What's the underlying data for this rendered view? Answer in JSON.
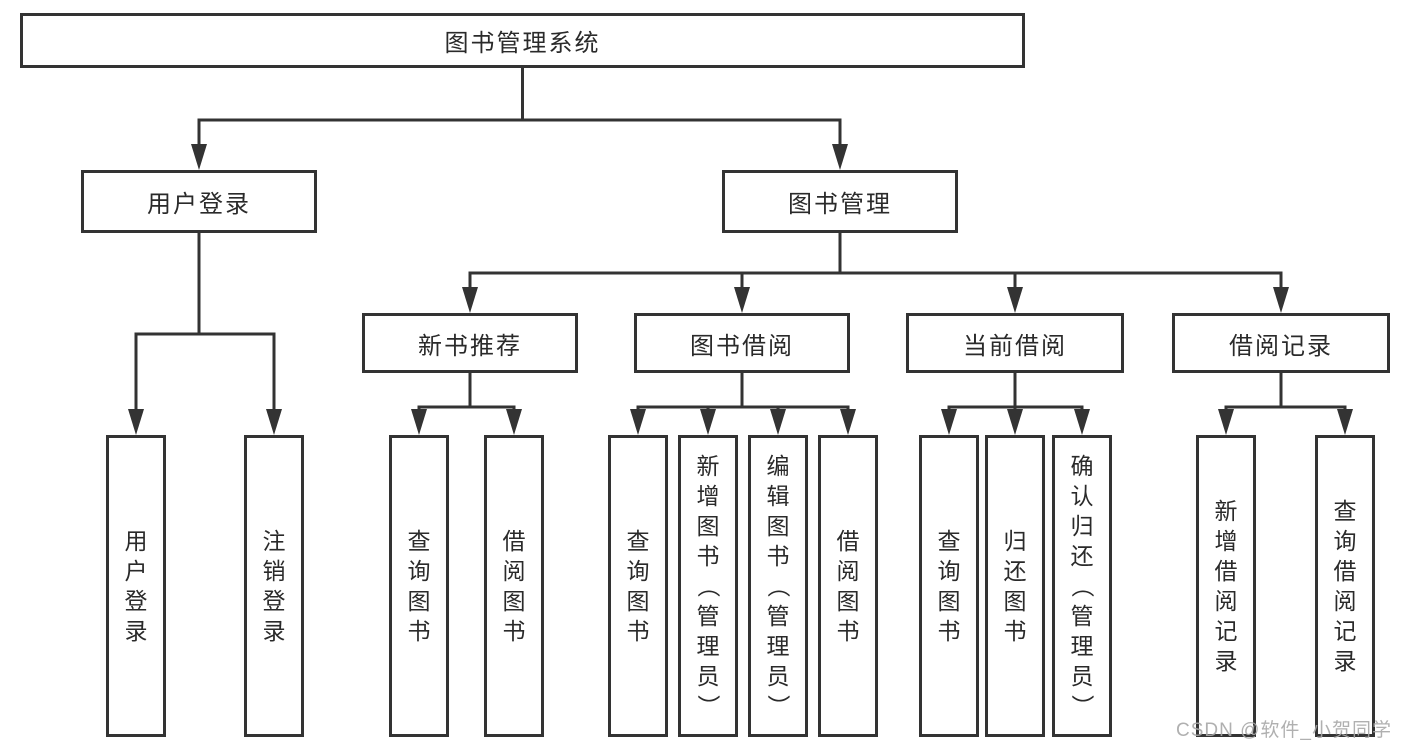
{
  "diagram": {
    "type": "hierarchy-tree",
    "title": "图书管理系统",
    "nodes": [
      {
        "id": "root",
        "label": "图书管理系统",
        "parent": null,
        "text_direction": "horizontal"
      },
      {
        "id": "user-login-group",
        "label": "用户登录",
        "parent": "root",
        "text_direction": "horizontal"
      },
      {
        "id": "book-management",
        "label": "图书管理",
        "parent": "root",
        "text_direction": "horizontal"
      },
      {
        "id": "new-book-recommend",
        "label": "新书推荐",
        "parent": "book-management",
        "text_direction": "horizontal"
      },
      {
        "id": "book-borrow",
        "label": "图书借阅",
        "parent": "book-management",
        "text_direction": "horizontal"
      },
      {
        "id": "current-borrow",
        "label": "当前借阅",
        "parent": "book-management",
        "text_direction": "horizontal"
      },
      {
        "id": "borrow-records",
        "label": "借阅记录",
        "parent": "book-management",
        "text_direction": "horizontal"
      },
      {
        "id": "leaf-user-login",
        "label": "用户登录",
        "parent": "user-login-group",
        "text_direction": "vertical"
      },
      {
        "id": "leaf-logout",
        "label": "注销登录",
        "parent": "user-login-group",
        "text_direction": "vertical"
      },
      {
        "id": "leaf-query-books-recommend",
        "label": "查询图书",
        "parent": "new-book-recommend",
        "text_direction": "vertical"
      },
      {
        "id": "leaf-borrow-books-recommend",
        "label": "借阅图书",
        "parent": "new-book-recommend",
        "text_direction": "vertical"
      },
      {
        "id": "leaf-query-books-borrow",
        "label": "查询图书",
        "parent": "book-borrow",
        "text_direction": "vertical"
      },
      {
        "id": "leaf-add-books-admin",
        "label": "新增图书（管理员）",
        "parent": "book-borrow",
        "text_direction": "vertical"
      },
      {
        "id": "leaf-edit-books-admin",
        "label": "编辑图书（管理员）",
        "parent": "book-borrow",
        "text_direction": "vertical"
      },
      {
        "id": "leaf-borrow-books",
        "label": "借阅图书",
        "parent": "book-borrow",
        "text_direction": "vertical"
      },
      {
        "id": "leaf-query-books-current",
        "label": "查询图书",
        "parent": "current-borrow",
        "text_direction": "vertical"
      },
      {
        "id": "leaf-return-books",
        "label": "归还图书",
        "parent": "current-borrow",
        "text_direction": "vertical"
      },
      {
        "id": "leaf-confirm-return-admin",
        "label": "确认归还（管理员）",
        "parent": "current-borrow",
        "text_direction": "vertical"
      },
      {
        "id": "leaf-add-borrow-record",
        "label": "新增借阅记录",
        "parent": "borrow-records",
        "text_direction": "vertical"
      },
      {
        "id": "leaf-query-borrow-record",
        "label": "查询借阅记录",
        "parent": "borrow-records",
        "text_direction": "vertical"
      }
    ]
  },
  "watermark": "CSDN @软件_小贺同学",
  "colors": {
    "line": "#333333",
    "text": "#2a2a2a",
    "box_background": "#ffffff",
    "page_background": "#ffffff",
    "watermark": "#a8a8a8"
  }
}
